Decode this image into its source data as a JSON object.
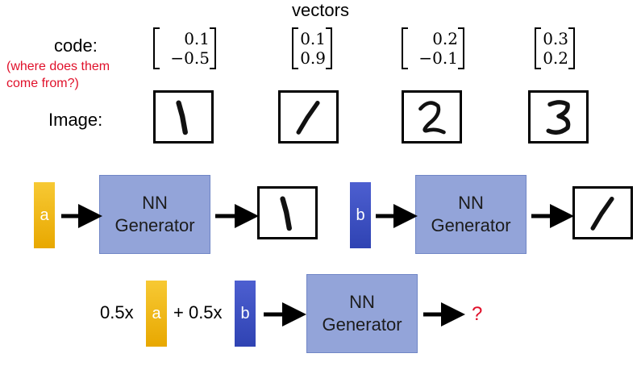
{
  "title": "vectors",
  "labels": {
    "code": "code:",
    "code_note_line1": "(where does them",
    "code_note_line2": "come from?)",
    "image": "Image:"
  },
  "vectors": [
    {
      "top": "0.1",
      "bottom": "−0.5"
    },
    {
      "top": "0.1",
      "bottom": "0.9"
    },
    {
      "top": "0.2",
      "bottom": "−0.1"
    },
    {
      "top": "0.3",
      "bottom": "0.2"
    }
  ],
  "digits": [
    "1",
    "1 (slanted)",
    "2",
    "3"
  ],
  "codes": {
    "a": "a",
    "b": "b",
    "a_color": "#f2b705",
    "b_color": "#3b4fc1"
  },
  "generator": {
    "line1": "NN",
    "line2": "Generator",
    "color": "#93a4d9"
  },
  "combo": {
    "coef_a": "0.5x",
    "coef_b": "+ 0.5x",
    "result": "?"
  }
}
